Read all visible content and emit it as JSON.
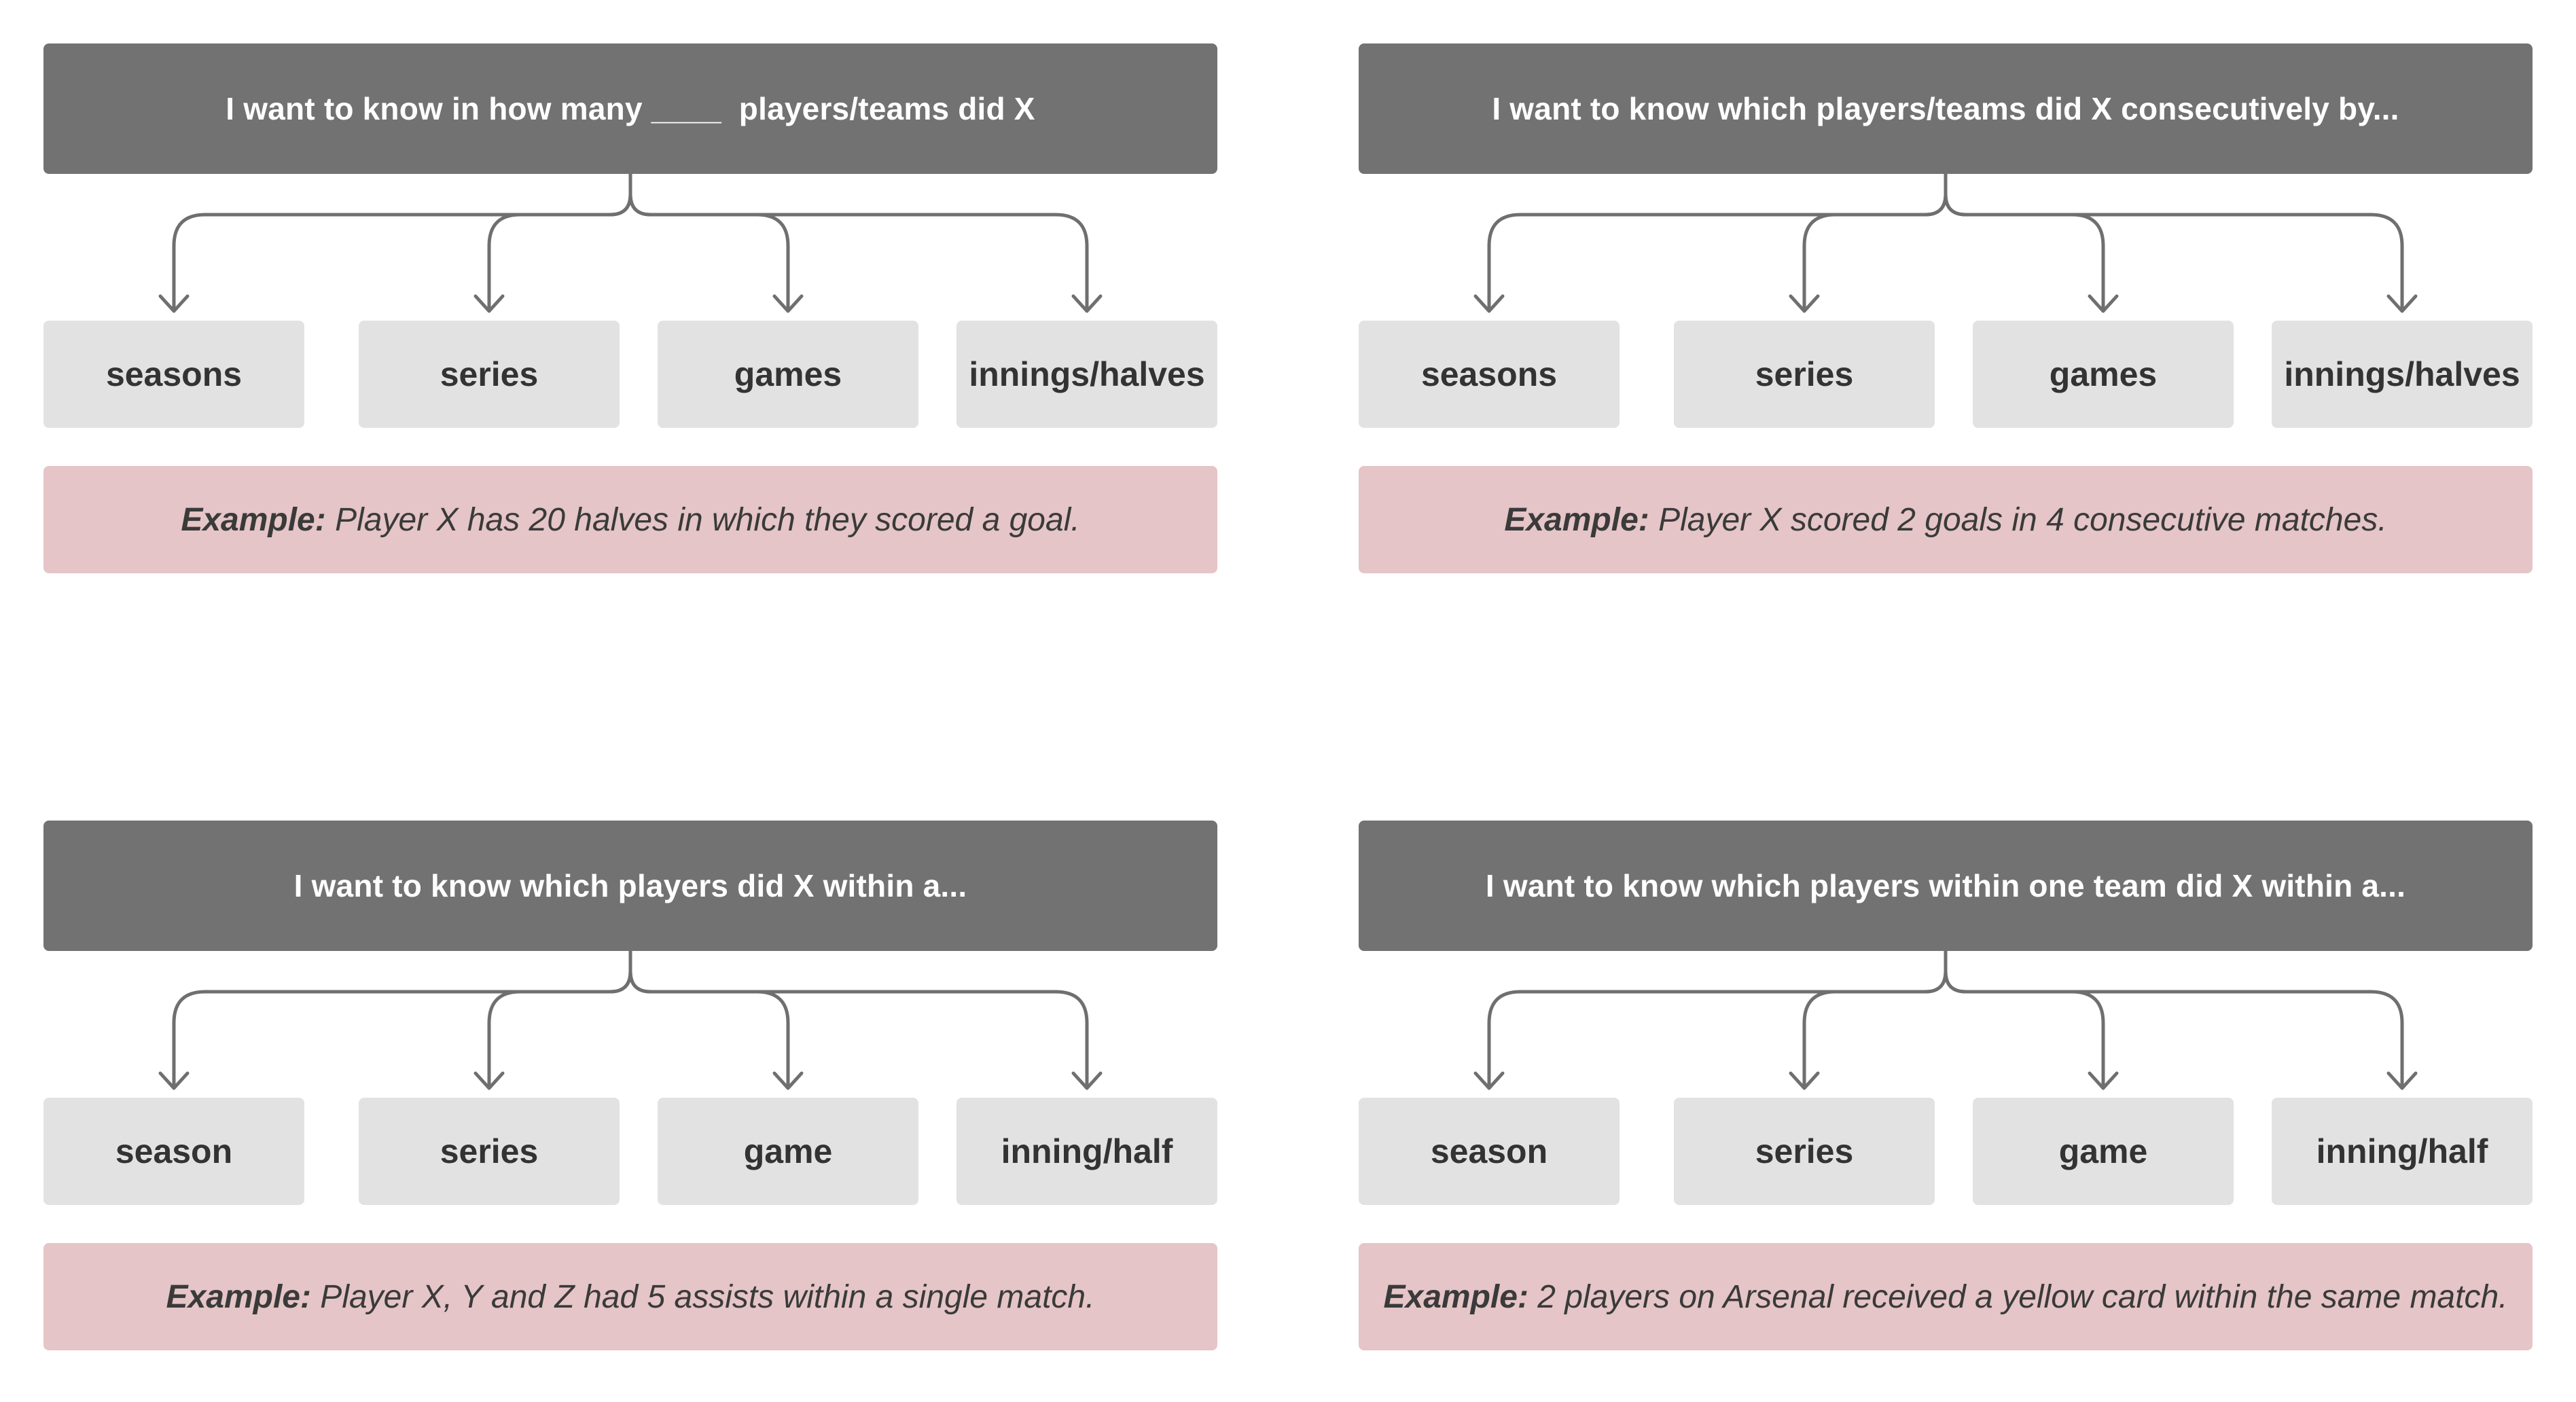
{
  "panels": [
    {
      "question": "I want to know in how many ____  players/teams did X",
      "options": [
        "seasons",
        "series",
        "games",
        "innings/halves"
      ],
      "example_label": "Example:",
      "example_text": " Player X has 20 halves in which they scored a goal."
    },
    {
      "question": "I want to know which players/teams did X consecutively by...",
      "options": [
        "seasons",
        "series",
        "games",
        "innings/halves"
      ],
      "example_label": "Example:",
      "example_text": " Player X scored 2 goals in 4 consecutive matches."
    },
    {
      "question": "I want to know which players did X within a...",
      "options": [
        "season",
        "series",
        "game",
        "inning/half"
      ],
      "example_label": "Example:",
      "example_text": " Player X, Y and Z had 5 assists within a single match."
    },
    {
      "question": "I want to know which players within one team did X within a...",
      "options": [
        "season",
        "series",
        "game",
        "inning/half"
      ],
      "example_label": "Example:",
      "example_text": " 2 players on Arsenal received a yellow card within the same match."
    }
  ],
  "colors": {
    "header_bg": "#727272",
    "option_bg": "#e2e2e2",
    "example_bg": "#e5c5c7",
    "connector": "#6f6f6f"
  }
}
